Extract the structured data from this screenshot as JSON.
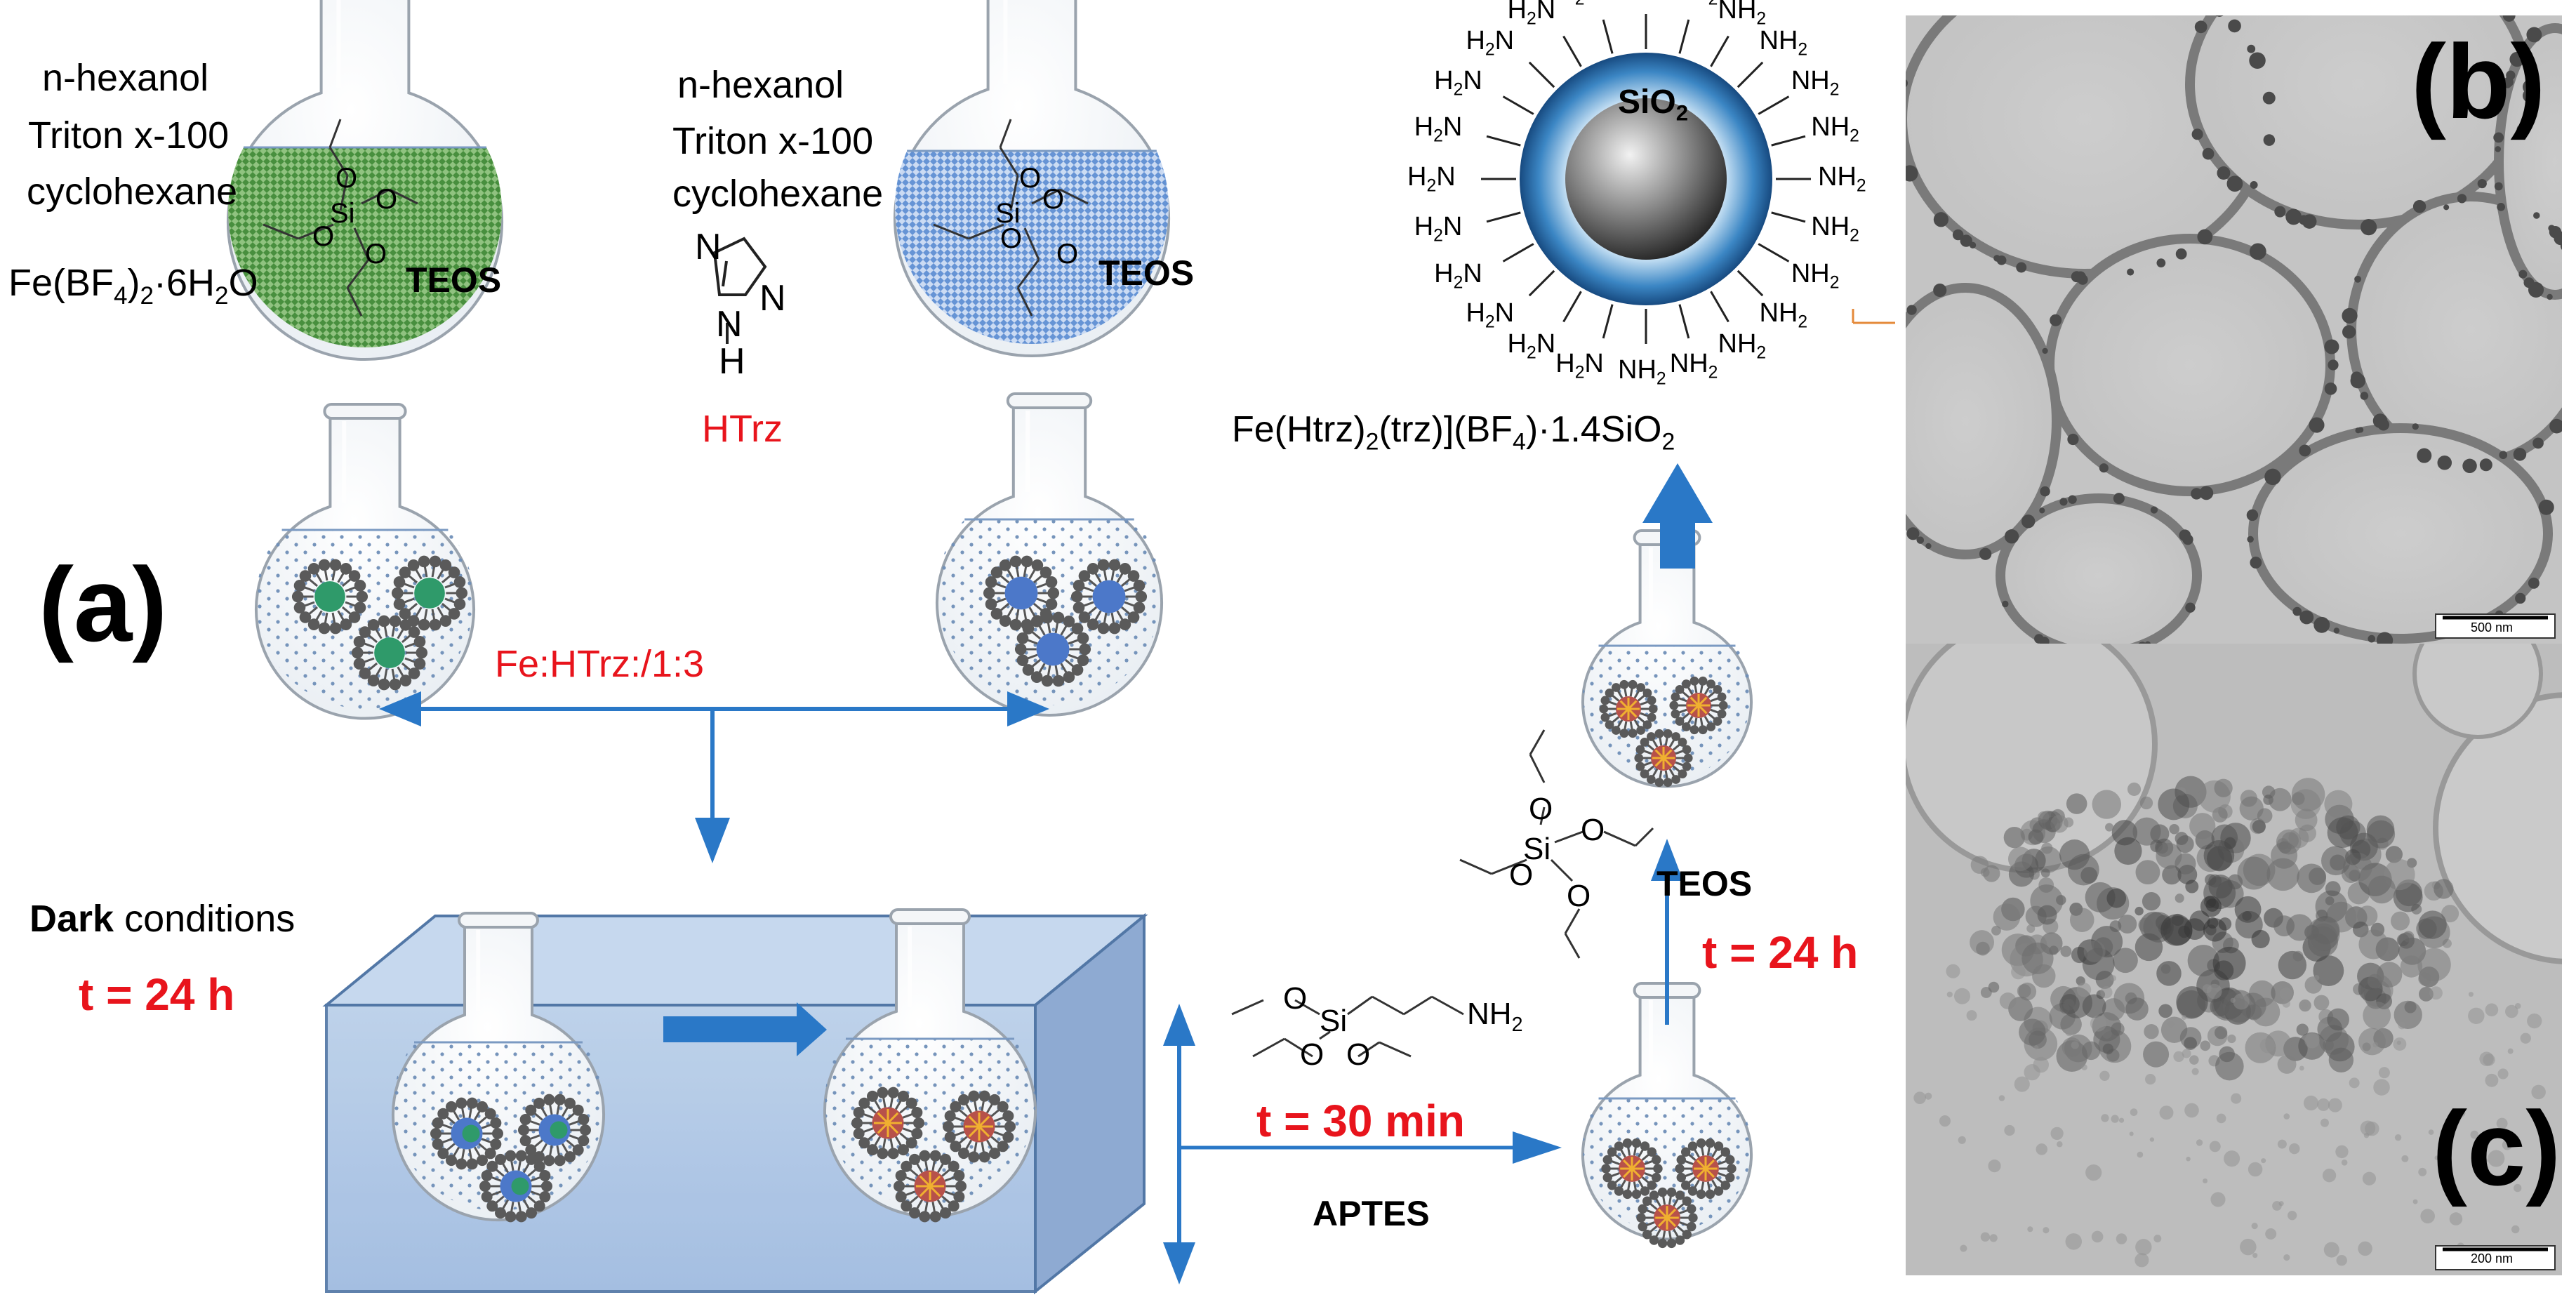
{
  "panel_labels": {
    "a": "(a)",
    "b": "(b)",
    "c": "(c)"
  },
  "flask1": {
    "solvents": [
      "n-hexanol",
      "Triton x-100",
      "cyclohexane"
    ],
    "salt": "Fe(BF",
    "salt_sub1": "4",
    "salt_mid": ")",
    "salt_sub2": "2",
    "salt_end": "·6H",
    "salt_sub3": "2",
    "salt_tail": "O",
    "reagent": "TEOS"
  },
  "flask2": {
    "solvents": [
      "n-hexanol",
      "Triton x-100",
      "cyclohexane"
    ],
    "ligand": "HTrz",
    "reagent": "TEOS"
  },
  "ratio": "Fe:HTrz:/1:3",
  "dark": {
    "bold_word": "Dark",
    "rest": " conditions",
    "time": "t = 24 h"
  },
  "step2": {
    "time": "t = 30 min",
    "reagent": "APTES"
  },
  "step3": {
    "time": "t = 24 h",
    "reagent": "TEOS"
  },
  "product": {
    "formula": "Fe(Htrz)2(trz)](BF4)·1.4SiO2",
    "shell_label": "SiO",
    "shell_sub": "2"
  },
  "atoms": {
    "si": "Si",
    "o": "O",
    "n": "N",
    "h": "H"
  },
  "nh2_amine": {
    "base": "NH",
    "sub": "2"
  },
  "nanoparticle_ligands": {
    "left": "H2N",
    "right": "NH2"
  },
  "scale_bars": {
    "b": "500 nm",
    "c": "200 nm"
  },
  "colors": {
    "accent_blue": "#2a78c7",
    "red_text": "#e8141c",
    "box_fill": "#a9c4e6",
    "green_solution": "#4c8f3a",
    "blue_solution": "#5a88cf"
  }
}
